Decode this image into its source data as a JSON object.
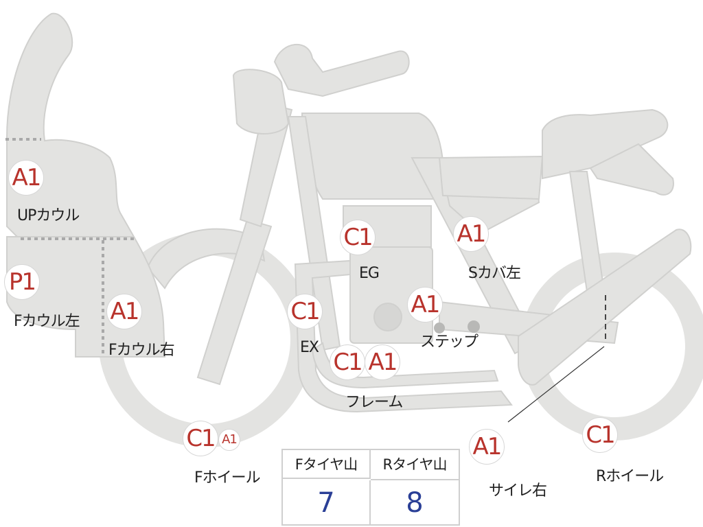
{
  "colors": {
    "body_fill": "#e3e3e1",
    "outline": "#cfcfcf",
    "badge_text": "#b8332c",
    "value_text": "#2a3f96",
    "label_text": "#1f1f1f",
    "dotted_line": "#a9a9a9"
  },
  "badges": [
    {
      "id": "up-cowl",
      "text": "A1",
      "size": "lg"
    },
    {
      "id": "f-cowl-left",
      "text": "P1",
      "size": "lg"
    },
    {
      "id": "f-cowl-right",
      "text": "A1",
      "size": "lg"
    },
    {
      "id": "eg",
      "text": "C1",
      "size": "lg"
    },
    {
      "id": "s-cover-left",
      "text": "A1",
      "size": "lg"
    },
    {
      "id": "ex",
      "text": "C1",
      "size": "lg"
    },
    {
      "id": "step",
      "text": "A1",
      "size": "lg"
    },
    {
      "id": "frame-c",
      "text": "C1",
      "size": "lg"
    },
    {
      "id": "frame-a",
      "text": "A1",
      "size": "lg"
    },
    {
      "id": "f-wheel-c",
      "text": "C1",
      "size": "lg"
    },
    {
      "id": "f-wheel-a",
      "text": "A1",
      "size": "sm"
    },
    {
      "id": "muffler-right",
      "text": "A1",
      "size": "lg"
    },
    {
      "id": "r-wheel",
      "text": "C1",
      "size": "lg"
    }
  ],
  "labels": {
    "up_cowl": "UPカウル",
    "f_cowl_left": "Fカウル左",
    "f_cowl_right": "Fカウル右",
    "eg": "EG",
    "s_cover_left": "Sカバ左",
    "ex": "EX",
    "step": "ステップ",
    "frame": "フレーム",
    "f_wheel": "Fホイール",
    "muffler_right": "サイレ右",
    "r_wheel": "Rホイール"
  },
  "tire_table": {
    "headers": [
      "Fタイヤ山",
      "Rタイヤ山"
    ],
    "values": [
      "7",
      "8"
    ]
  }
}
